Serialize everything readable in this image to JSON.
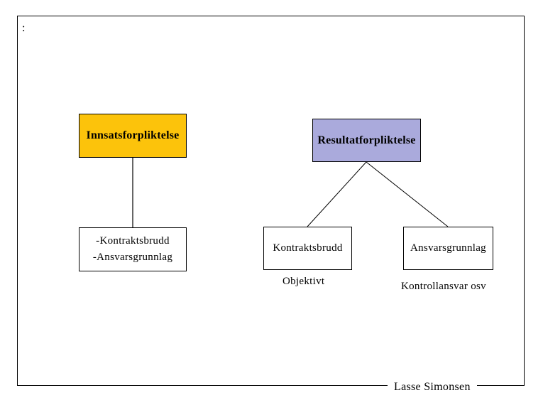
{
  "slide": {
    "bullet_prefix": ":",
    "colors": {
      "innsats_box_fill": "#FCC30B",
      "resultat_box_fill": "#AAAADC"
    },
    "tree": {
      "innsats": {
        "label": "Innsatsforpliktelse",
        "child": {
          "line1": "-Kontraktsbrudd",
          "line2": "-Ansvarsgrunnlag"
        }
      },
      "resultat": {
        "label": "Resultatforpliktelse",
        "children": [
          {
            "label": "Kontraktsbrudd",
            "note": "Objektivt"
          },
          {
            "label": "Ansvarsgrunnlag",
            "note": "Kontrollansvar osv"
          }
        ]
      }
    },
    "footer": {
      "author": "Lasse Simonsen"
    }
  }
}
